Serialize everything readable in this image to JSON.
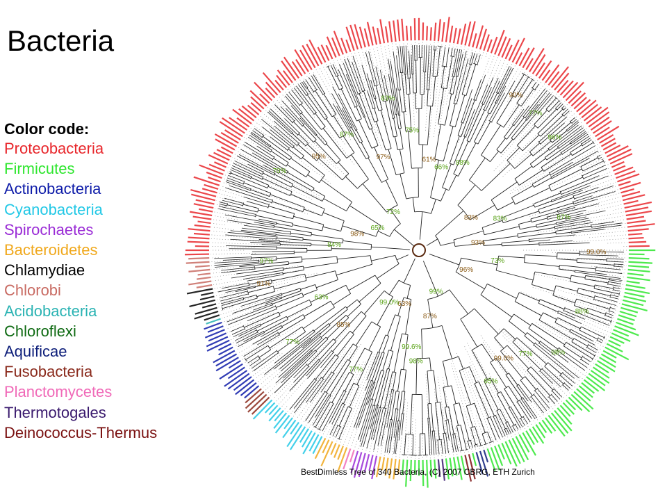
{
  "title": "Bacteria",
  "legend": {
    "heading": "Color code:",
    "entries": [
      {
        "label": "Proteobacteria",
        "color": "#e8262b"
      },
      {
        "label": "Firmicutes",
        "color": "#2ee62e"
      },
      {
        "label": "Actinobacteria",
        "color": "#0c1aa8"
      },
      {
        "label": "Cyanobacteria",
        "color": "#22c8e6"
      },
      {
        "label": "Spirochaetes",
        "color": "#9a2bd6"
      },
      {
        "label": "Bacteroidetes",
        "color": "#f0a81c"
      },
      {
        "label": "Chlamydiae",
        "color": "#000000"
      },
      {
        "label": "Chlorobi",
        "color": "#c86a62"
      },
      {
        "label": "Acidobacteria",
        "color": "#2ab3b3"
      },
      {
        "label": "Chloroflexi",
        "color": "#0e6a12"
      },
      {
        "label": "Aquificae",
        "color": "#0d1e7a"
      },
      {
        "label": "Fusobacteria",
        "color": "#8a2a1c"
      },
      {
        "label": "Planctomycetes",
        "color": "#f06ab8"
      },
      {
        "label": "Thermotogales",
        "color": "#3a1a6e"
      },
      {
        "label": "Deinococcus-Thermus",
        "color": "#7a1010"
      }
    ]
  },
  "tree": {
    "clades": [
      {
        "name": "Proteobacteria",
        "color": "#e8262b",
        "start": 190,
        "end": 358
      },
      {
        "name": "Firmicutes",
        "color": "#2ee62e",
        "start": 0,
        "end": 95
      },
      {
        "name": "Bacteroidetes",
        "color": "#f0a81c",
        "start": 95,
        "end": 101
      },
      {
        "name": "Spirochaetes",
        "color": "#9a2bd6",
        "start": 101,
        "end": 107
      },
      {
        "name": "Planctomycetes",
        "color": "#f06ab8",
        "start": 107,
        "end": 110
      },
      {
        "name": "Bacteroidetes",
        "color": "#f0a81c",
        "start": 110,
        "end": 117
      },
      {
        "name": "Cyanobacteria",
        "color": "#22c8e6",
        "start": 117,
        "end": 135
      },
      {
        "name": "Fusobacteria",
        "color": "#8a2a1c",
        "start": 135,
        "end": 139
      },
      {
        "name": "Actinobacteria",
        "color": "#0c1aa8",
        "start": 139,
        "end": 160
      },
      {
        "name": "Acidobacteria",
        "color": "#2ab3b3",
        "start": 160,
        "end": 162
      },
      {
        "name": "Chlamydiae",
        "color": "#000000",
        "start": 162,
        "end": 170
      },
      {
        "name": "Chlorobi",
        "color": "#c86a62",
        "start": 170,
        "end": 178
      },
      {
        "name": "Proteobacteria",
        "color": "#e8262b",
        "start": 178,
        "end": 190
      },
      {
        "name": "Aquificae",
        "color": "#0d1e7a",
        "start": 72,
        "end": 75
      },
      {
        "name": "Thermotogales",
        "color": "#3a1a6e",
        "start": 83,
        "end": 85
      },
      {
        "name": "Deinococcus-Thermus",
        "color": "#7a1010",
        "start": 76,
        "end": 78
      }
    ],
    "bootstrap_labels": [
      "99.0%",
      "73%",
      "88%",
      "96%",
      "98%",
      "77%",
      "99.0%",
      "95%",
      "99%",
      "87%",
      "98%",
      "99.6%",
      "63%",
      "77%",
      "99.0%",
      "85%",
      "77%",
      "63%",
      "91%",
      "97%",
      "84%",
      "98%",
      "65%",
      "70%",
      "95%",
      "72%",
      "87%",
      "97%",
      "83%",
      "75%",
      "61%",
      "66%",
      "88%",
      "90%",
      "77%",
      "96%",
      "83%",
      "83%",
      "87%",
      "93%"
    ]
  },
  "credit": "BestDimless Tree of 340 Bacteria, (C) 2007 CBRG, ETH Zurich"
}
